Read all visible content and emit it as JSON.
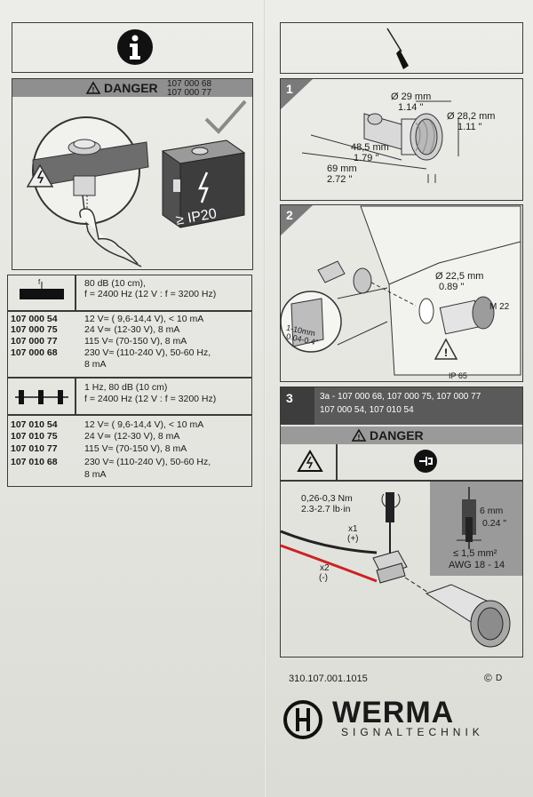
{
  "left": {
    "danger_label": "DANGER",
    "danger_codes": [
      "107 000 68",
      "107 000 77"
    ],
    "ip_label": "≥ IP20",
    "spec1": {
      "icon_label": "f",
      "lines": [
        "80 dB (10 cm),",
        "f = 2400 Hz (12 V : f = 3200 Hz)"
      ],
      "rows": [
        {
          "code": "107 000 54",
          "desc": "12 V= ( 9,6-14,4 V), < 10 mA"
        },
        {
          "code": "107 000 75",
          "desc": "24 V≃ (12-30 V), 8 mA"
        },
        {
          "code": "107 000 77",
          "desc": "115 V≈ (70-150 V), 8 mA"
        },
        {
          "code": "107 000 68",
          "desc": "230 V≈ (110-240 V), 50-60 Hz,",
          "desc2": "8 mA"
        }
      ]
    },
    "spec2": {
      "lines": [
        "1 Hz, 80 dB (10 cm)",
        "f = 2400 Hz (12 V : f = 3200 Hz)"
      ],
      "rows": [
        {
          "code": "107 010 54",
          "desc": "12 V= ( 9,6-14,4 V), < 10 mA"
        },
        {
          "code": "107 010 75",
          "desc": "24 V≃ (12-30 V), 8 mA"
        },
        {
          "code": "107 010 77",
          "desc": "115 V≈ (70-150 V), 8 mA"
        },
        {
          "code": "107 010 68",
          "desc": "230 V≈ (110-240 V), 50-60 Hz,",
          "desc2": "8 mA"
        }
      ]
    }
  },
  "right": {
    "step1": {
      "num": "1",
      "d1": "Ø 29 mm",
      "d1in": "1.14 \"",
      "d2": "Ø 28,2 mm",
      "d2in": "1.11 \"",
      "l1": "48,5 mm",
      "l1in": "1.79 \"",
      "l2": "69 mm",
      "l2in": "2.72 \""
    },
    "step2": {
      "num": "2",
      "hole": "Ø 22,5 mm",
      "holein": "0.89 \"",
      "thread": "M 22",
      "wall": "1-10mm",
      "wallin": "0.04-0.4\"",
      "ip": "IP 65"
    },
    "step3": {
      "num": "3",
      "header1": "3a - 107 000 68, 107 000 75, 107 000 77",
      "header2": "107 000 54, 107 010 54",
      "danger_label": "DANGER",
      "torque": "0,26-0,3 Nm",
      "torque_in": "2.3-2.7 lb·in",
      "x1": "x1",
      "x1sign": "(+)",
      "x2": "x2",
      "x2sign": "(-)",
      "strip": "6 mm",
      "strip_in": "0.24 \"",
      "wire": "≤ 1,5 mm²",
      "awg": "AWG 18 - 14"
    },
    "doc_number": "310.107.001.1015",
    "country": "D",
    "brand": "WERMA",
    "brand_sub": "SIGNALTECHNIK"
  }
}
